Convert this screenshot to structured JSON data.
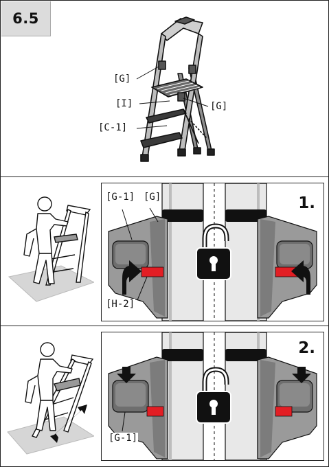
{
  "section": {
    "number": "6.5"
  },
  "overview": {
    "labels": {
      "g_top": "[G]",
      "i": "[I]",
      "g_right": "[G]",
      "c1": "[C-1]"
    }
  },
  "step1": {
    "number": "1.",
    "labels": {
      "g1": "[G-1]",
      "g": "[G]",
      "h2": "[H-2]"
    }
  },
  "step2": {
    "number": "2.",
    "labels": {
      "g1": "[G-1]"
    }
  },
  "icons": [
    "open-padlock-icon",
    "curved-arrow-up-icon",
    "down-arrow-icon",
    "double-headed-arrow-icon",
    "person-icon",
    "ladder-icon"
  ],
  "colors": {
    "accent_red": "#e31e24",
    "frame_gray": "#9a9a9a",
    "badge_gray": "#dcdcdc",
    "floor_gray": "#d6d6d6",
    "ink": "#111111"
  }
}
